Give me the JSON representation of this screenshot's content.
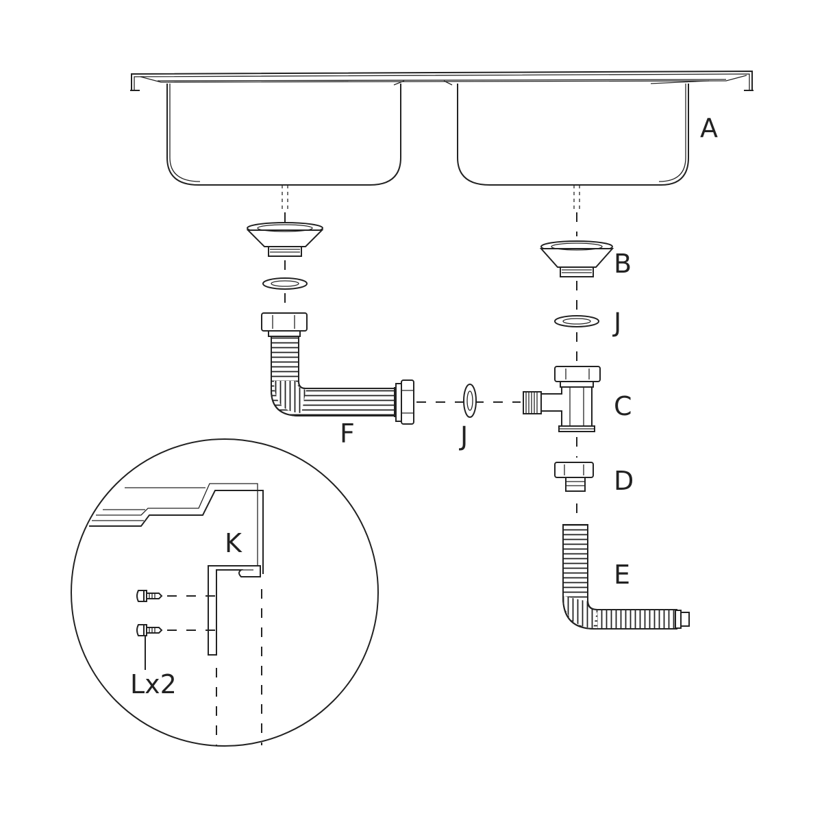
{
  "labels": {
    "sink": "A",
    "strainer": "B",
    "tee_connector": "C",
    "nut_adapter": "D",
    "outlet_hose": "E",
    "flex_pipe": "F",
    "washer_vertical": "J",
    "washer_horizontal": "J",
    "clip": "K",
    "screws": "Lx2"
  },
  "colors": {
    "line": "#222222",
    "background": "#ffffff"
  }
}
